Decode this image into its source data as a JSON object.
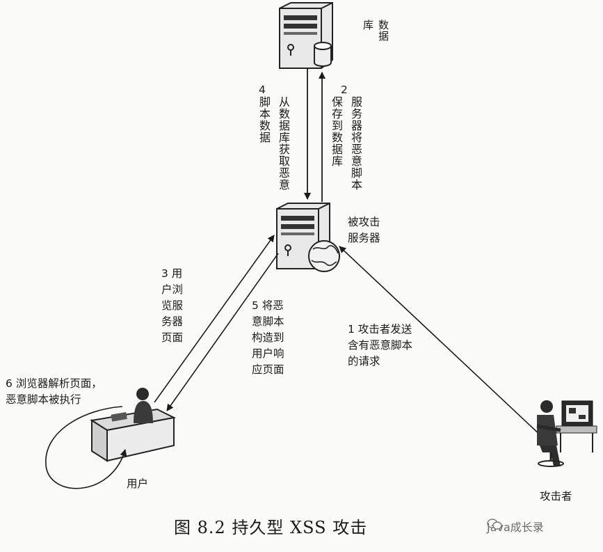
{
  "nodes": {
    "database": "数据\n库",
    "target_server": "被攻击\n服务器",
    "user": "用户",
    "attacker": "攻击者"
  },
  "steps": {
    "step1": "1 攻击者发送\n含有恶意脚本\n的请求",
    "step2_num": "2",
    "step2_col1": "服务器将恶意脚本",
    "step2_col2": "保存到数据库",
    "step3": "3 用\n户浏\n览服\n务器\n页面",
    "step4_num": "4",
    "step4_col1": "从数据库获取恶意",
    "step4_col2": "脚本数据",
    "step5": "5 将恶\n意脚本\n构造到\n用户响\n应页面",
    "step6": "6 浏览器解析页面，\n恶意脚本被执行"
  },
  "caption": "图 8.2   持久型 XSS 攻击",
  "watermark": "Java成长录"
}
